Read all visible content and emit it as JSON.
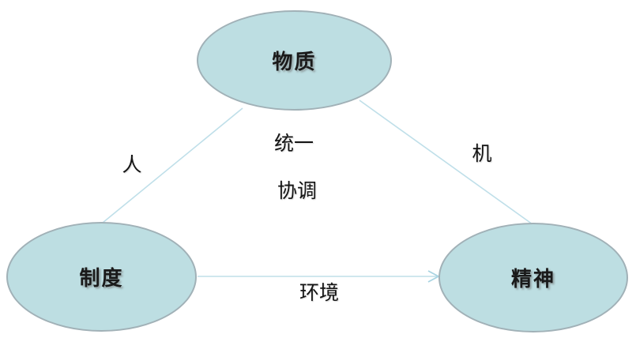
{
  "diagram": {
    "type": "triangle-relationship-diagram",
    "nodes": [
      {
        "id": "material",
        "label": "物质",
        "position": "top"
      },
      {
        "id": "institution",
        "label": "制度",
        "position": "bottom-left"
      },
      {
        "id": "spirit",
        "label": "精神",
        "position": "bottom-right"
      }
    ],
    "edges": [
      {
        "from": "institution",
        "to": "material",
        "label": "人",
        "arrow": "none"
      },
      {
        "from": "material",
        "to": "spirit",
        "label": "机",
        "arrow": "none"
      },
      {
        "from": "institution",
        "to": "spirit",
        "label": "环境",
        "arrow": "end"
      }
    ],
    "center_labels": [
      "统一",
      "协调"
    ],
    "colors": {
      "node_fill": "#bddee2",
      "node_border": "#a1b1b7",
      "connector": "#bfdfe9",
      "text": "#1a1a1a",
      "background": "#ffffff"
    }
  }
}
